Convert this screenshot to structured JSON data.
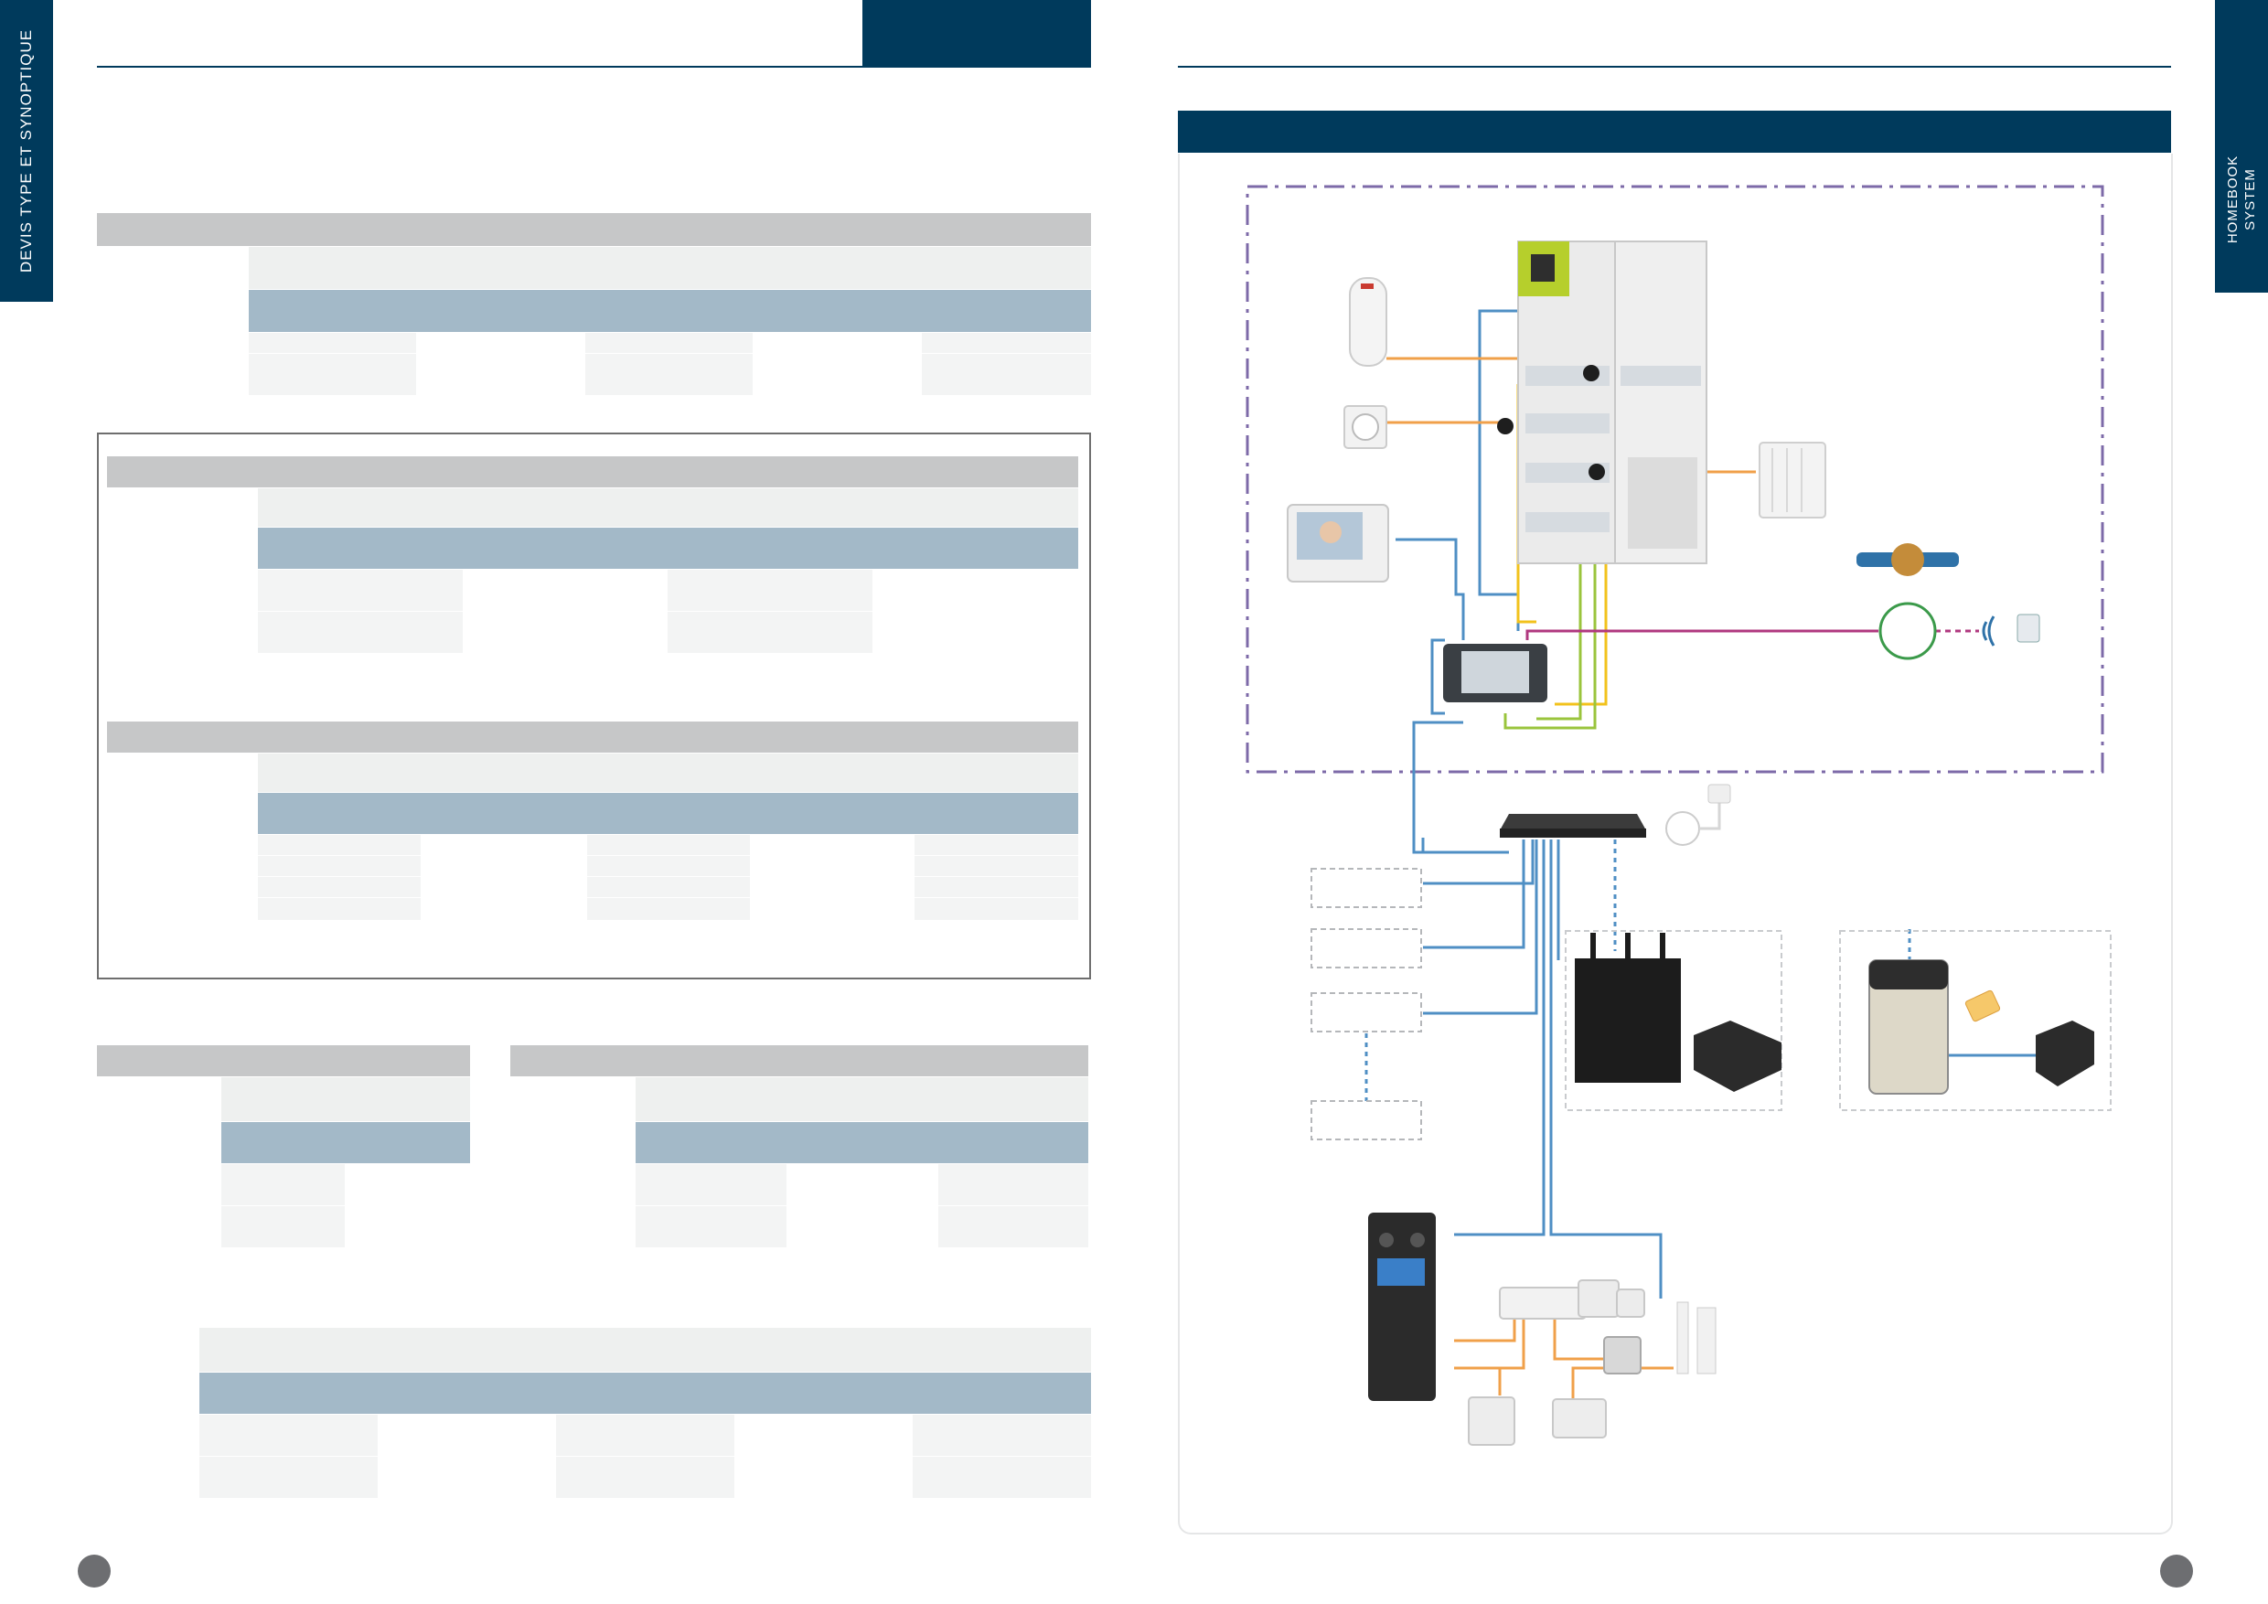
{
  "left_page": {
    "side_tab_text": "DEVIS TYPE ET SYNOPTIQUE"
  },
  "right_page": {
    "side_tab_text_line1": "HOMEBOOK",
    "side_tab_text_line2": "SYSTEM"
  },
  "diagram": {
    "device_icons": [
      "water-heater-icon",
      "power-outlet-icon",
      "video-intercom-monitor-icon",
      "electrical-panel-icon",
      "radiator-icon",
      "water-meter-icon",
      "wireless-signal-icon",
      "controller-module-icon",
      "network-switch-icon",
      "power-adapter-icon",
      "router-icon",
      "gateway-box-icon",
      "gsm-module-icon",
      "sim-card-icon",
      "door-entry-panel-icon",
      "access-control-module-icon",
      "magnetic-lock-icon"
    ],
    "colors": {
      "network_line": "#4f8fc4",
      "power_line": "#f0a04a",
      "bus_line": "#f2c21c",
      "green_line": "#9ac43c",
      "meter_line": "#b0387f",
      "zone_border": "#7d6aa8"
    }
  }
}
